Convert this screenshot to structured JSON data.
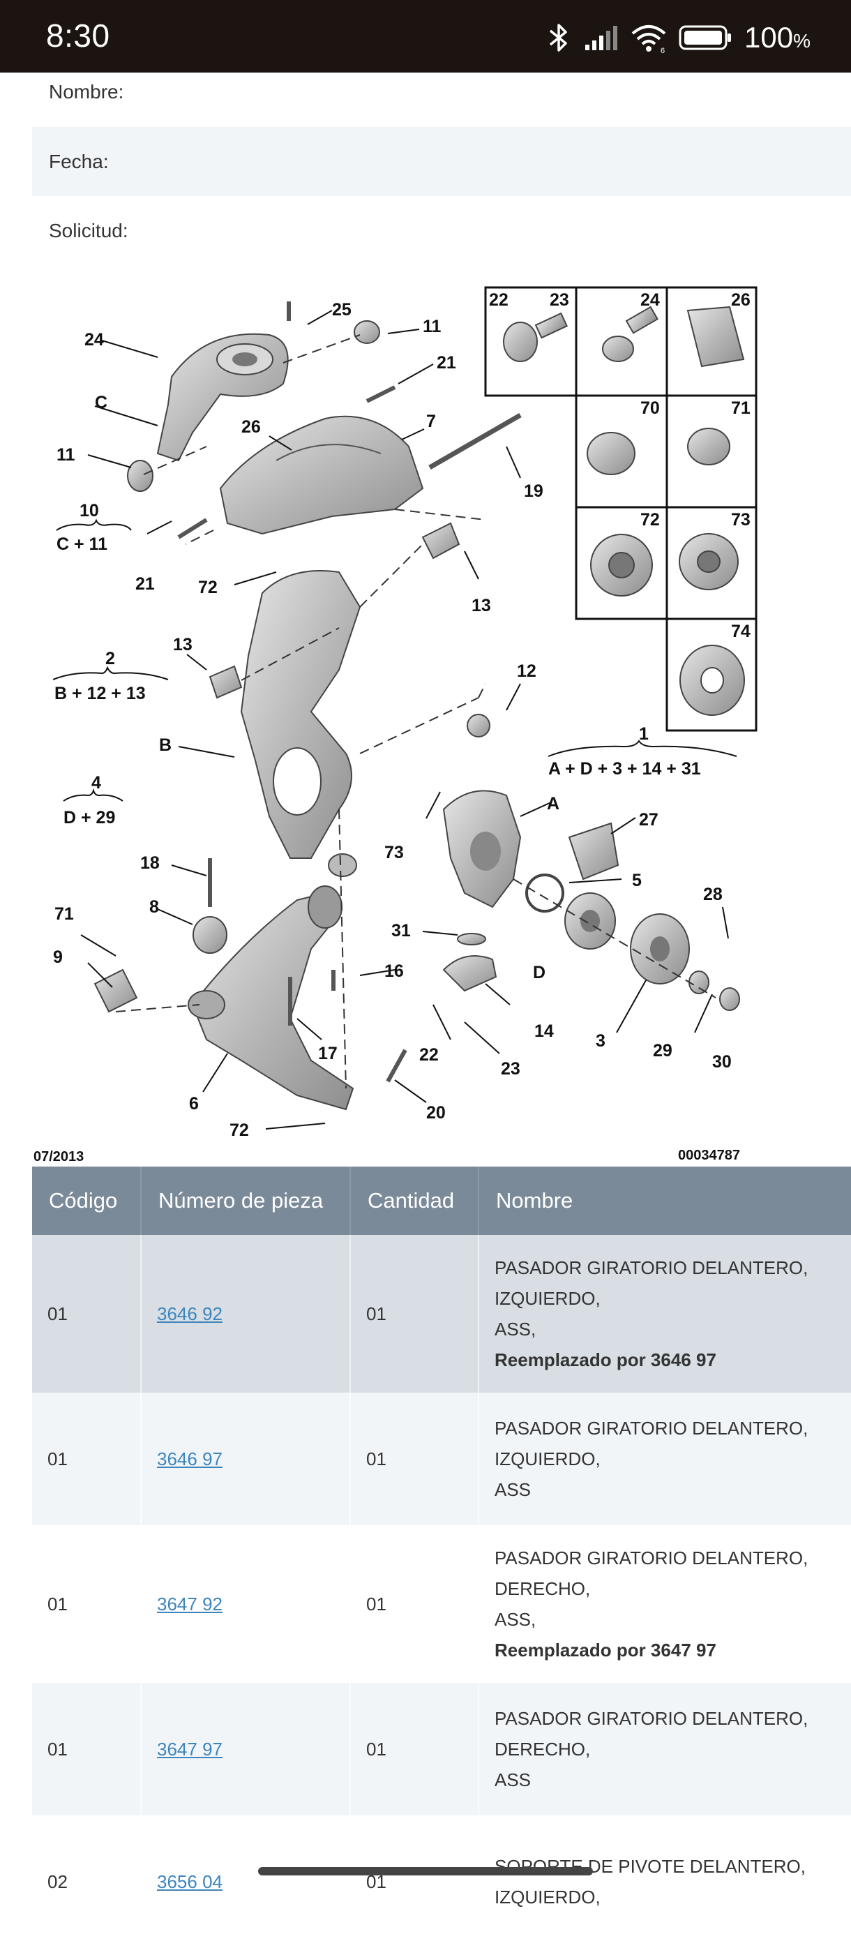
{
  "status_bar": {
    "time": "8:30",
    "battery_percent": "100",
    "battery_unit": "%",
    "icons": [
      "bluetooth-icon",
      "signal-icon",
      "wifi-icon",
      "battery-icon"
    ]
  },
  "form": {
    "name_label": "Nombre:",
    "date_label": "Fecha:",
    "request_label": "Solicitud:"
  },
  "diagram": {
    "date_code": "07/2013",
    "reference": "00034787",
    "callouts": [
      "25",
      "11",
      "24",
      "21",
      "C",
      "7",
      "26",
      "11",
      "19",
      "10",
      "C + 11",
      "21",
      "72",
      "13",
      "13",
      "2",
      "B + 12 + 13",
      "12",
      "B",
      "1",
      "A + D + 3 + 14 + 31",
      "4",
      "D + 29",
      "A",
      "27",
      "73",
      "18",
      "8",
      "5",
      "28",
      "71",
      "9",
      "31",
      "16",
      "D",
      "14",
      "3",
      "29",
      "30",
      "17",
      "22",
      "23",
      "6",
      "20",
      "72"
    ],
    "grid_labels": [
      "22",
      "23",
      "24",
      "26",
      "70",
      "71",
      "72",
      "73",
      "74"
    ]
  },
  "table": {
    "headers": [
      "Código",
      "Número de pieza",
      "Cantidad",
      "Nombre"
    ],
    "rows": [
      {
        "code": "01",
        "part": "3646 92",
        "qty": "01",
        "name_lines": [
          "PASADOR GIRATORIO DELANTERO,",
          "IZQUIERDO,",
          "ASS,"
        ],
        "replaced": "Reemplazado por 3646 97"
      },
      {
        "code": "01",
        "part": "3646 97",
        "qty": "01",
        "name_lines": [
          "PASADOR GIRATORIO DELANTERO,",
          "IZQUIERDO,",
          "ASS"
        ],
        "replaced": ""
      },
      {
        "code": "01",
        "part": "3647 92",
        "qty": "01",
        "name_lines": [
          "PASADOR GIRATORIO DELANTERO,",
          "DERECHO,",
          "ASS,"
        ],
        "replaced": "Reemplazado por 3647 97"
      },
      {
        "code": "01",
        "part": "3647 97",
        "qty": "01",
        "name_lines": [
          "PASADOR GIRATORIO DELANTERO,",
          "DERECHO,",
          "ASS"
        ],
        "replaced": ""
      },
      {
        "code": "02",
        "part": "3656 04",
        "qty": "01",
        "name_lines": [
          "SOPORTE DE PIVOTE DELANTERO,",
          "IZQUIERDO,"
        ],
        "replaced": ""
      }
    ]
  }
}
